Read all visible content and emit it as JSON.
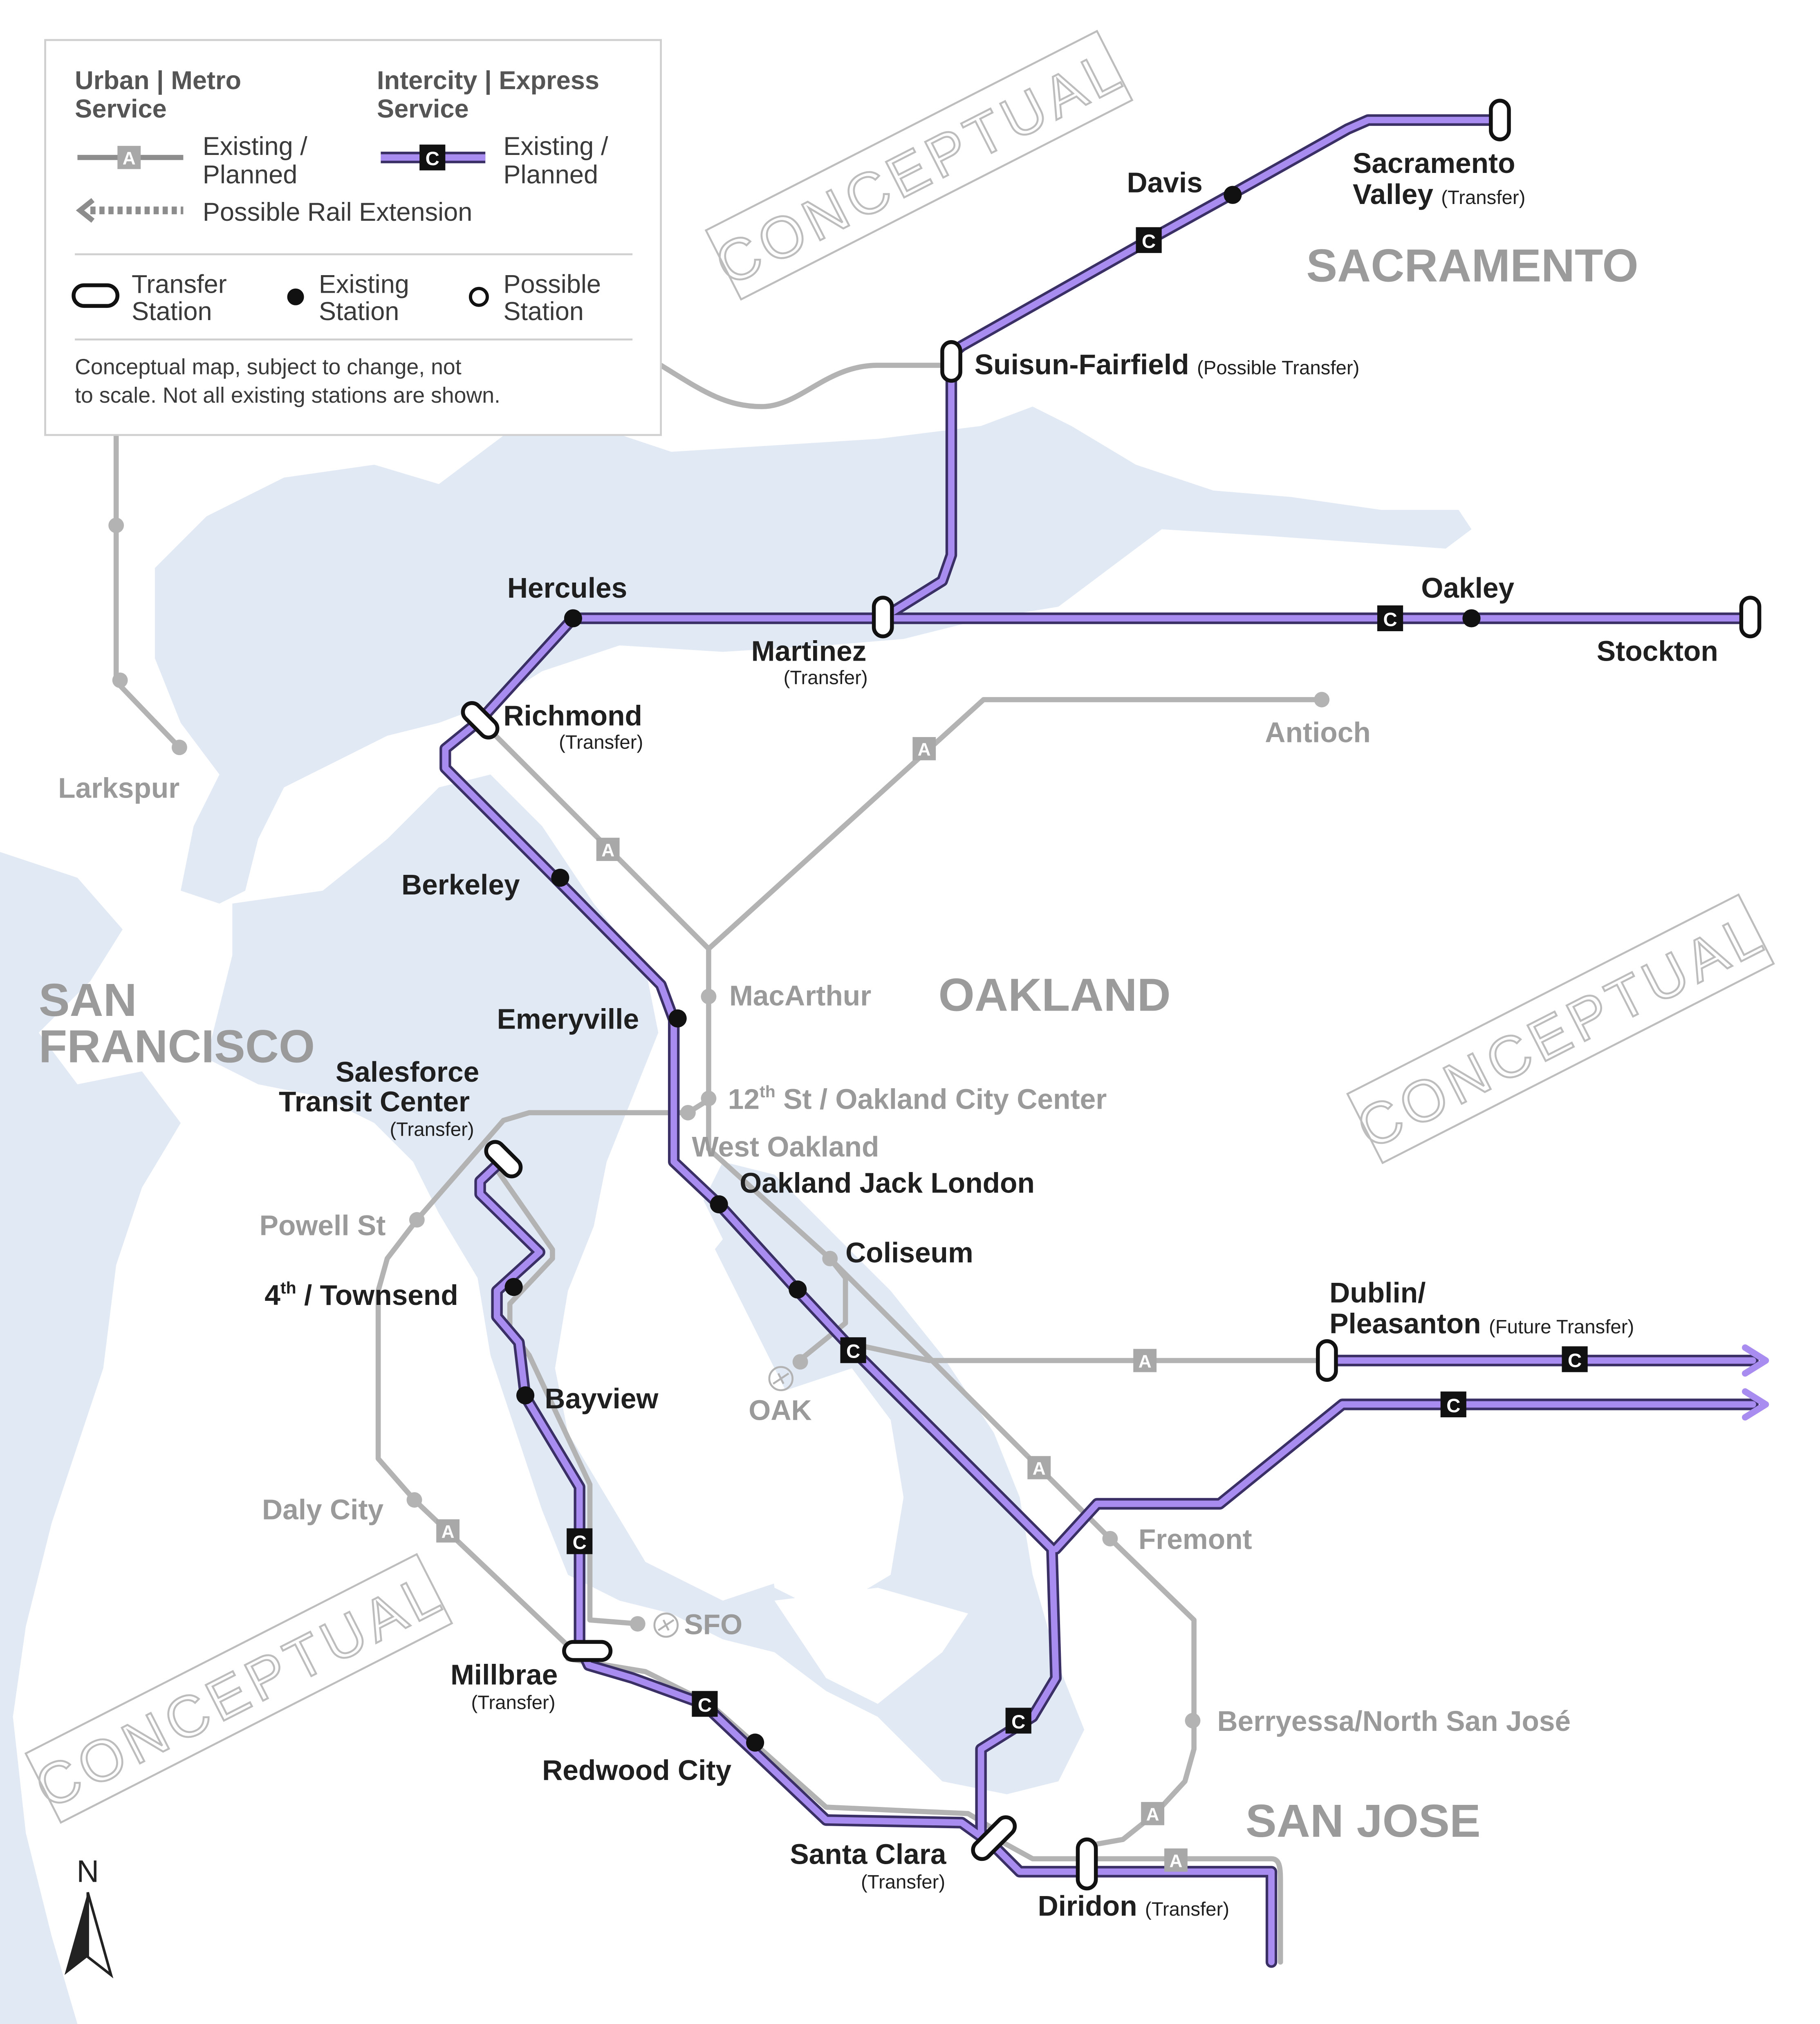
{
  "colors": {
    "water": "#e1e9f5",
    "land": "#ffffff",
    "urban_line": "#b3b3b3",
    "intercity_line": "#a98cef",
    "intercity_outline": "#3b3066",
    "text_dark": "#1f1f1f",
    "text_gray": "#9a9a9a"
  },
  "legend": {
    "urban_title_1": "Urban | Metro",
    "urban_title_2": "Service",
    "urban_badge": "A",
    "urban_desc_1": "Existing /",
    "urban_desc_2": "Planned",
    "intercity_title_1": "Intercity | Express",
    "intercity_title_2": "Service",
    "intercity_badge": "C",
    "intercity_desc_1": "Existing /",
    "intercity_desc_2": "Planned",
    "extension": "Possible Rail Extension",
    "transfer_1": "Transfer",
    "transfer_2": "Station",
    "existing_1": "Existing",
    "existing_2": "Station",
    "possible_1": "Possible",
    "possible_2": "Station",
    "note_1": "Conceptual map, subject to change, not",
    "note_2": "to scale. Not all existing stations are shown."
  },
  "watermarks": [
    "CONCEPTUAL",
    "CONCEPTUAL",
    "CONCEPTUAL"
  ],
  "regions": {
    "sacramento": "SACRAMENTO",
    "oakland": "OAKLAND",
    "san_francisco_1": "SAN",
    "san_francisco_2": "FRANCISCO",
    "san_jose": "SAN JOSE"
  },
  "stations": {
    "sacramento_valley_1": "Sacramento",
    "sacramento_valley_2": "Valley",
    "sacramento_valley_note": "(Transfer)",
    "davis": "Davis",
    "suisun": "Suisun-Fairfield",
    "suisun_note": "(Possible Transfer)",
    "hercules": "Hercules",
    "martinez": "Martinez",
    "martinez_note": "(Transfer)",
    "oakley": "Oakley",
    "stockton": "Stockton",
    "richmond": "Richmond",
    "richmond_note": "(Transfer)",
    "antioch": "Antioch",
    "larkspur": "Larkspur",
    "berkeley": "Berkeley",
    "macarthur": "MacArthur",
    "emeryville": "Emeryville",
    "twelfth_a": "12",
    "twelfth_sup": "th",
    "twelfth_b": " St / Oakland City Center",
    "west_oakland": "West Oakland",
    "salesforce_1": "Salesforce",
    "salesforce_2": "Transit Center",
    "salesforce_note": "(Transfer)",
    "oakland_jack_london": "Oakland Jack London",
    "coliseum": "Coliseum",
    "powell": "Powell St",
    "fourth_a": "4",
    "fourth_sup": "th",
    "fourth_b": " / Townsend",
    "oak": "OAK",
    "dublin_1": "Dublin/",
    "dublin_2": "Pleasanton",
    "dublin_note": "(Future Transfer)",
    "bayview": "Bayview",
    "daly_city": "Daly City",
    "fremont": "Fremont",
    "sfo": "SFO",
    "millbrae": "Millbrae",
    "millbrae_note": "(Transfer)",
    "redwood_city": "Redwood City",
    "berryessa": "Berryessa/North San José",
    "santa_clara": "Santa Clara",
    "santa_clara_note": "(Transfer)",
    "diridon": "Diridon",
    "diridon_note": "(Transfer)"
  },
  "badges": {
    "urban": "A",
    "intercity": "C"
  },
  "north": "N"
}
